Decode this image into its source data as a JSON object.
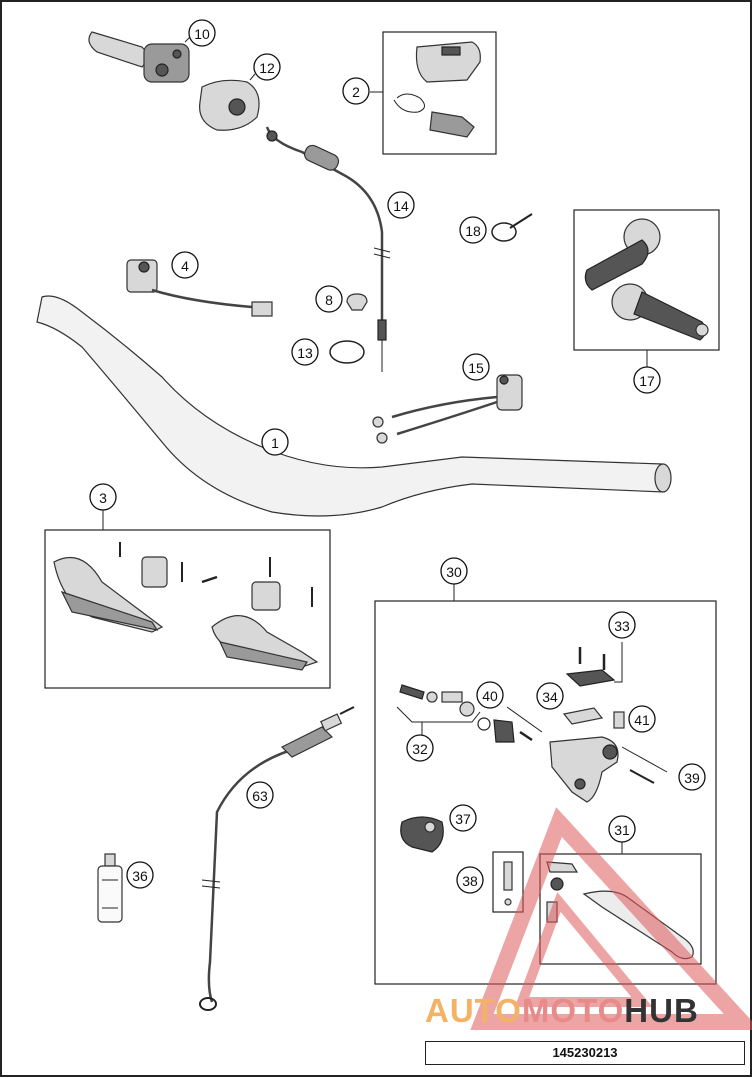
{
  "diagram": {
    "document_number": "145230213",
    "watermark": {
      "part1": "AUTO",
      "part2": "MOTO",
      "part3": "HUB"
    },
    "callouts": [
      "10",
      "12",
      "2",
      "14",
      "18",
      "4",
      "8",
      "13",
      "15",
      "17",
      "1",
      "3",
      "30",
      "33",
      "40",
      "34",
      "41",
      "32",
      "39",
      "63",
      "37",
      "31",
      "36",
      "38"
    ],
    "colors": {
      "line": "#222222",
      "part_fill": "#d8d8d8",
      "watermark_orange": "#f4b266",
      "watermark_red": "#e98a8a"
    }
  }
}
